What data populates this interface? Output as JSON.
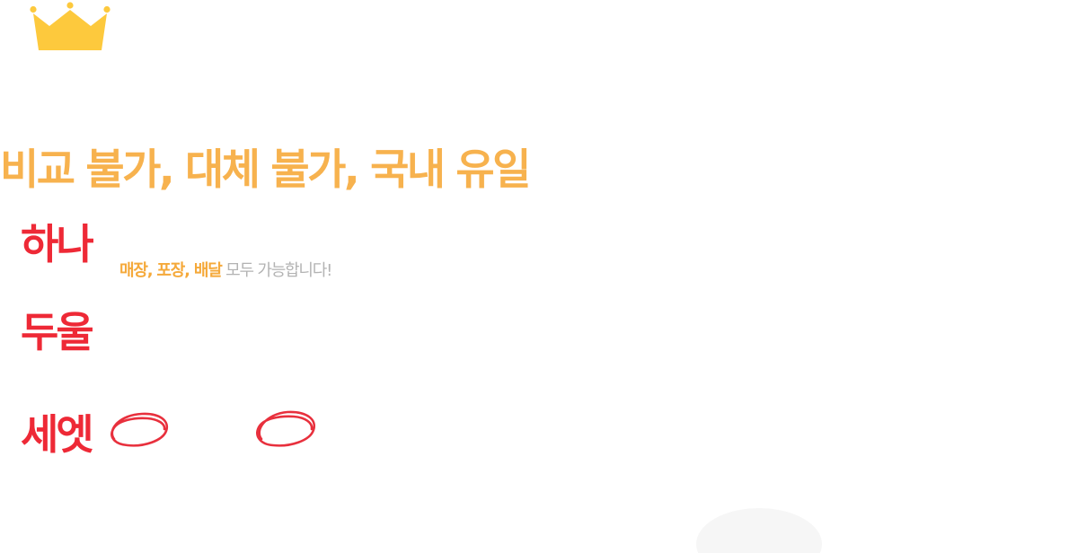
{
  "colors": {
    "headline": "#f7b24e",
    "item_label": "#ee2936",
    "crown": "#fdc93d",
    "scribble": "#e8303d",
    "highlight": "#f5a93a",
    "muted": "#b3b3b3"
  },
  "icons": {
    "crown": "crown-icon",
    "scribble": "hand-drawn-circle"
  },
  "headline": "비교 불가, 대체 불가, 국내 유일",
  "items": [
    {
      "label": "하나"
    },
    {
      "label": "두울"
    },
    {
      "label": "세엣"
    }
  ],
  "tagline": {
    "highlight": "매장, 포장, 배달",
    "rest": " 모두 가능합니다!"
  }
}
